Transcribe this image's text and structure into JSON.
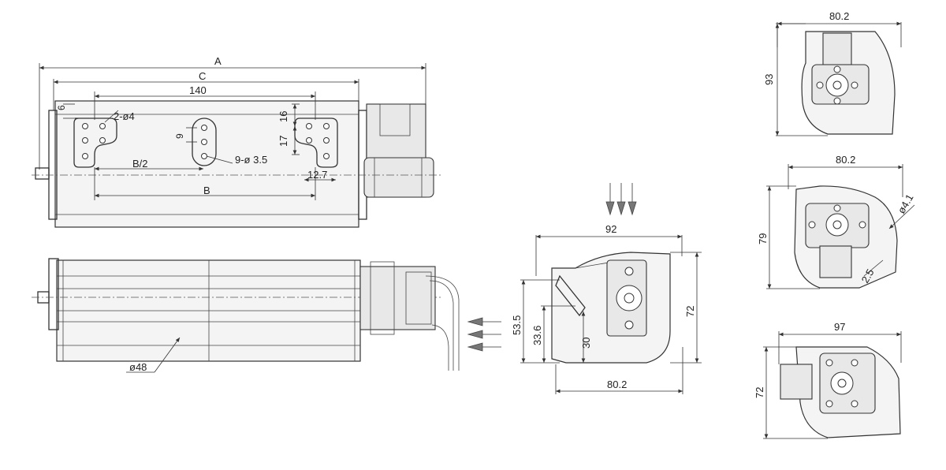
{
  "front_view": {
    "dim_A": "A",
    "dim_C": "C",
    "dim_140": "140",
    "dim_holes_slot": "2-ø4",
    "dim_6": "6",
    "dim_16": "16",
    "dim_17": "17",
    "dim_9": "9",
    "dim_holes_round": "9-ø 3.5",
    "dim_B_half": "B/2",
    "dim_B": "B",
    "dim_12_7": "12.7"
  },
  "bottom_view": {
    "dim_diameter": "ø48"
  },
  "side_view_main": {
    "dim_width": "92",
    "dim_height": "72",
    "dim_53_5": "53.5",
    "dim_33_6": "33.6",
    "dim_30": "30",
    "dim_base": "80.2"
  },
  "right_view_1": {
    "dim_width": "80.2",
    "dim_height": "93"
  },
  "right_view_2": {
    "dim_width": "80.2",
    "dim_height": "79",
    "dim_hole": "ø4.1",
    "dim_2_5": "2.5"
  },
  "right_view_3": {
    "dim_width": "97",
    "dim_height": "72"
  }
}
